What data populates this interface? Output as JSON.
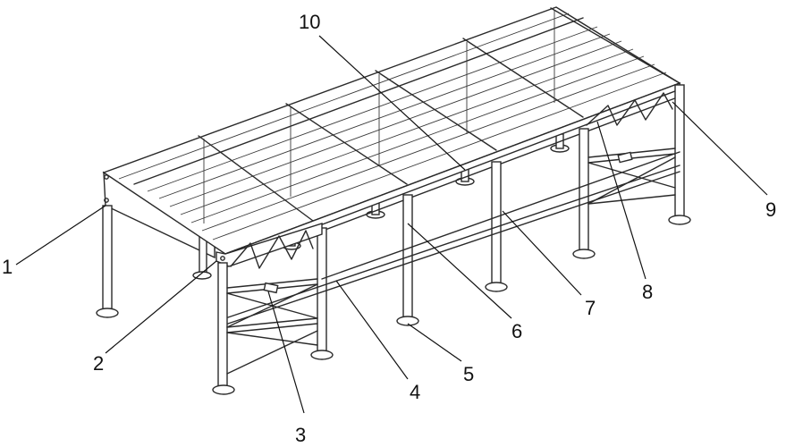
{
  "labels": [
    {
      "id": "1",
      "text": "1"
    },
    {
      "id": "2",
      "text": "2"
    },
    {
      "id": "3",
      "text": "3"
    },
    {
      "id": "4",
      "text": "4"
    },
    {
      "id": "5",
      "text": "5"
    },
    {
      "id": "6",
      "text": "6"
    },
    {
      "id": "7",
      "text": "7"
    },
    {
      "id": "8",
      "text": "8"
    },
    {
      "id": "9",
      "text": "9"
    },
    {
      "id": "10",
      "text": "10"
    }
  ],
  "colors": {
    "line": "#2a2a2a",
    "background": "#ffffff"
  }
}
